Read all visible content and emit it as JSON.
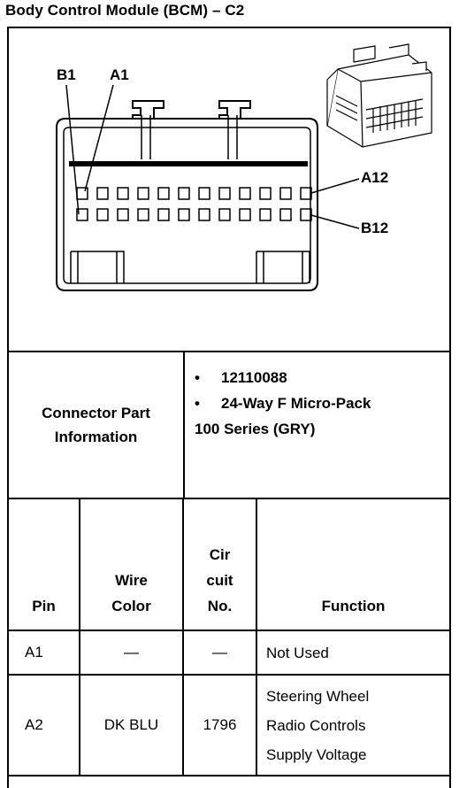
{
  "title": "Body Control Module (BCM) – C2",
  "diagram": {
    "labels": {
      "b1": "B1",
      "a1": "A1",
      "a12": "A12",
      "b12": "B12"
    }
  },
  "connector_info": {
    "label_line1": "Connector Part",
    "label_line2": "Information",
    "bullet_symbol": "•",
    "part_number": "12110088",
    "description_line1": "24-Way F Micro-Pack",
    "description_line2": "100 Series (GRY)"
  },
  "table": {
    "headers": {
      "pin": "Pin",
      "wire_color_line1": "Wire",
      "wire_color_line2": "Color",
      "circuit_line1": "Cir",
      "circuit_line2": "cuit",
      "circuit_line3": "No.",
      "function": "Function"
    },
    "rows": [
      {
        "pin": "A1",
        "wire_color": "—",
        "circuit": "—",
        "function_lines": [
          "Not Used"
        ]
      },
      {
        "pin": "A2",
        "wire_color": "DK BLU",
        "circuit": "1796",
        "function_lines": [
          "Steering Wheel",
          "Radio Controls",
          "Supply Voltage"
        ]
      }
    ]
  }
}
